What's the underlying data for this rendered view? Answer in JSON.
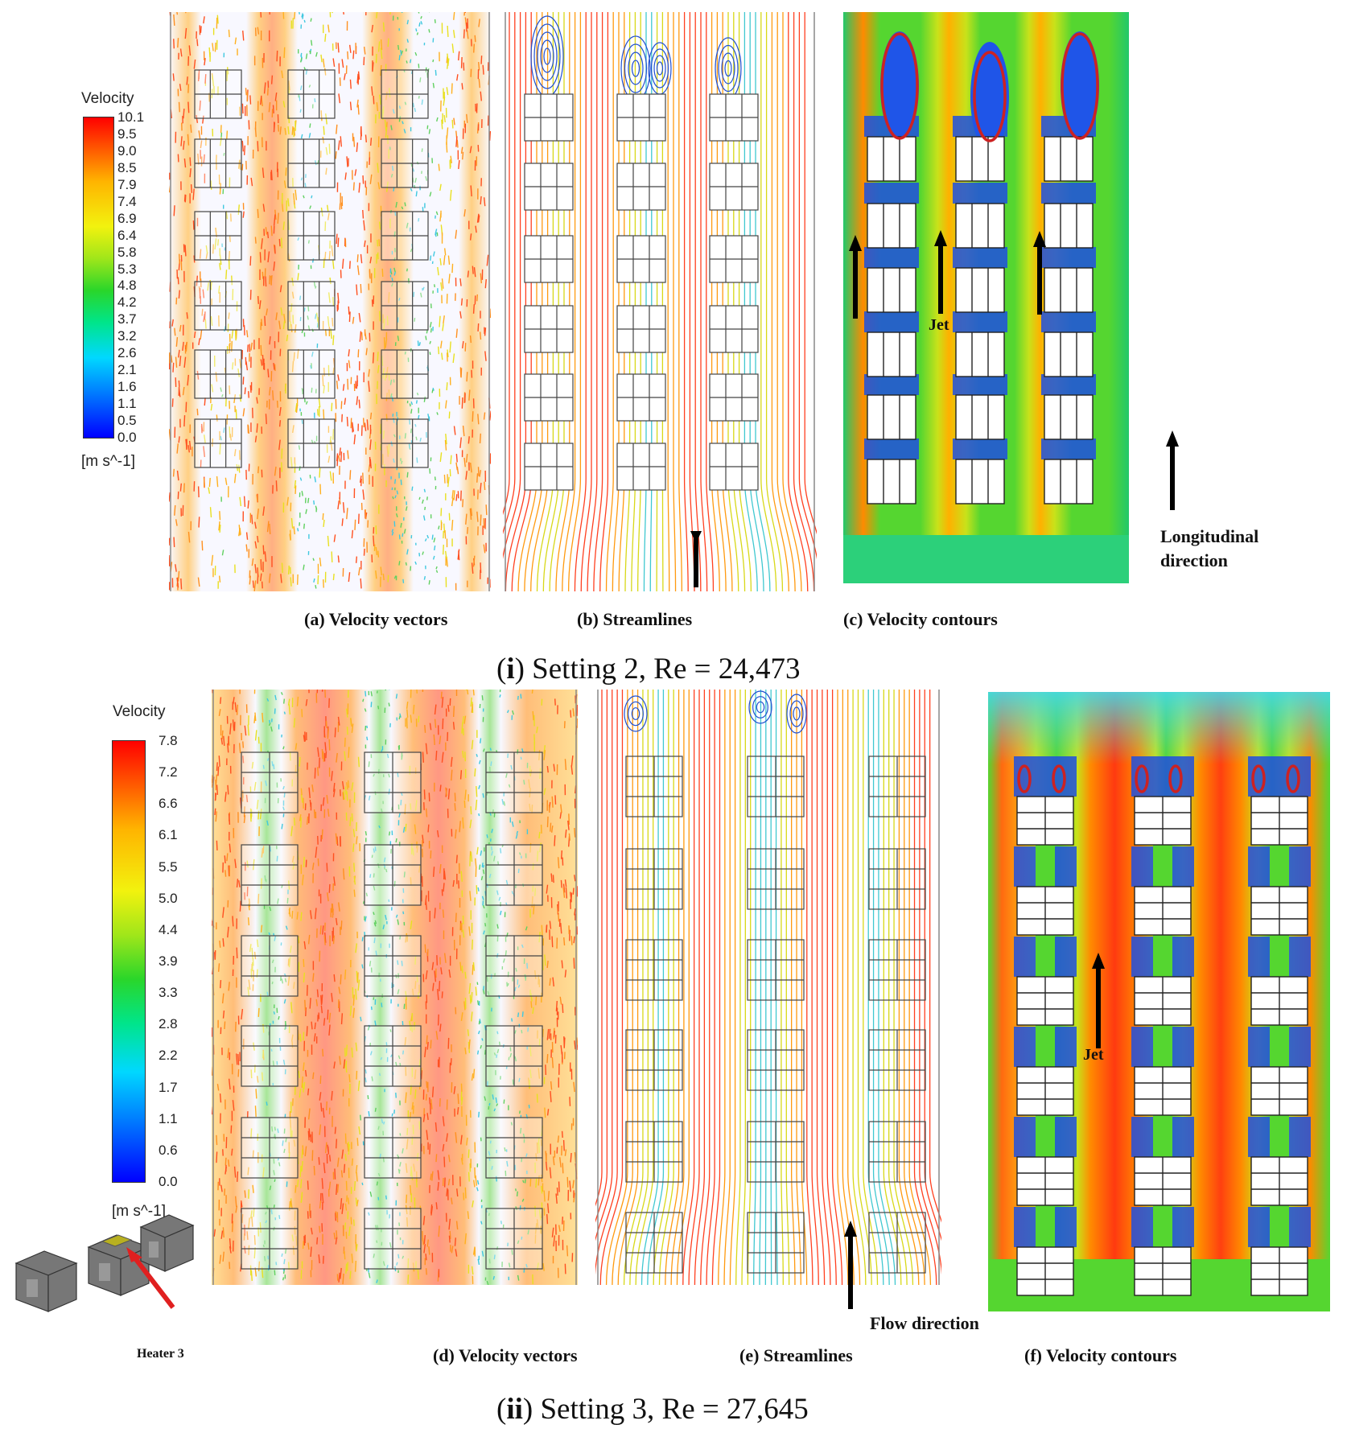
{
  "top": {
    "colorbar": {
      "title": "Velocity",
      "ticks": [
        "10.1",
        "9.5",
        "9.0",
        "8.5",
        "7.9",
        "7.4",
        "6.9",
        "6.4",
        "5.8",
        "5.3",
        "4.8",
        "4.2",
        "3.7",
        "3.2",
        "2.6",
        "2.1",
        "1.6",
        "1.1",
        "0.5",
        "0.0"
      ],
      "unit": "[m s^-1]"
    },
    "captions": {
      "a": "(a) Velocity vectors",
      "b": "(b) Streamlines",
      "c": "(c) Velocity contours"
    },
    "jet_label": "Jet",
    "direction_label_1": "Longitudinal",
    "direction_label_2": "direction",
    "setting_prefix": "(",
    "setting_roman": "i",
    "setting_text": ") Setting 2, Re = 24,473"
  },
  "bottom": {
    "colorbar": {
      "title": "Velocity",
      "ticks": [
        "7.8",
        "7.2",
        "6.6",
        "6.1",
        "5.5",
        "5.0",
        "4.4",
        "3.9",
        "3.3",
        "2.8",
        "2.2",
        "1.7",
        "1.1",
        "0.6",
        "0.0"
      ],
      "unit": "[m s^-1]"
    },
    "captions": {
      "d": "(d) Velocity vectors",
      "e": "(e) Streamlines",
      "f": "(f) Velocity contours"
    },
    "jet_label": "Jet",
    "flow_label": "Flow direction",
    "heater_label": "Heater 3",
    "setting_prefix": "(",
    "setting_roman": "ii",
    "setting_text": ") Setting 3, Re = 27,645"
  },
  "colors": {
    "jet_red": "#e0321a",
    "wake_blue": "#1f4fe0",
    "mid_green": "#3fd23a",
    "arrow": "#000000",
    "ellipse": "#cc2222"
  }
}
